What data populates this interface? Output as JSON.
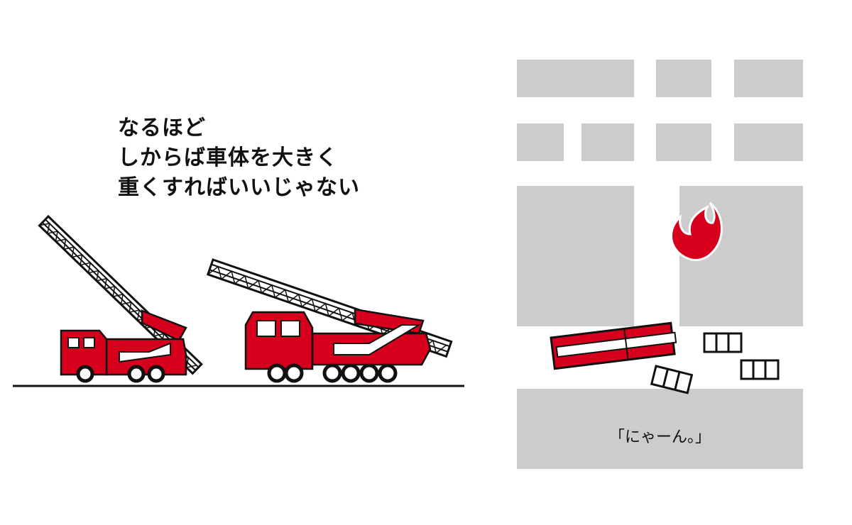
{
  "caption": {
    "lines": [
      "なるほど",
      "しからば車体を大きく",
      "重くすればいいじゃない"
    ]
  },
  "speech": {
    "text": "「にゃーん。」"
  },
  "colors": {
    "truck_red": "#d6001c",
    "building_gray": "#cccccc",
    "outline": "#111111",
    "background": "#ffffff"
  }
}
